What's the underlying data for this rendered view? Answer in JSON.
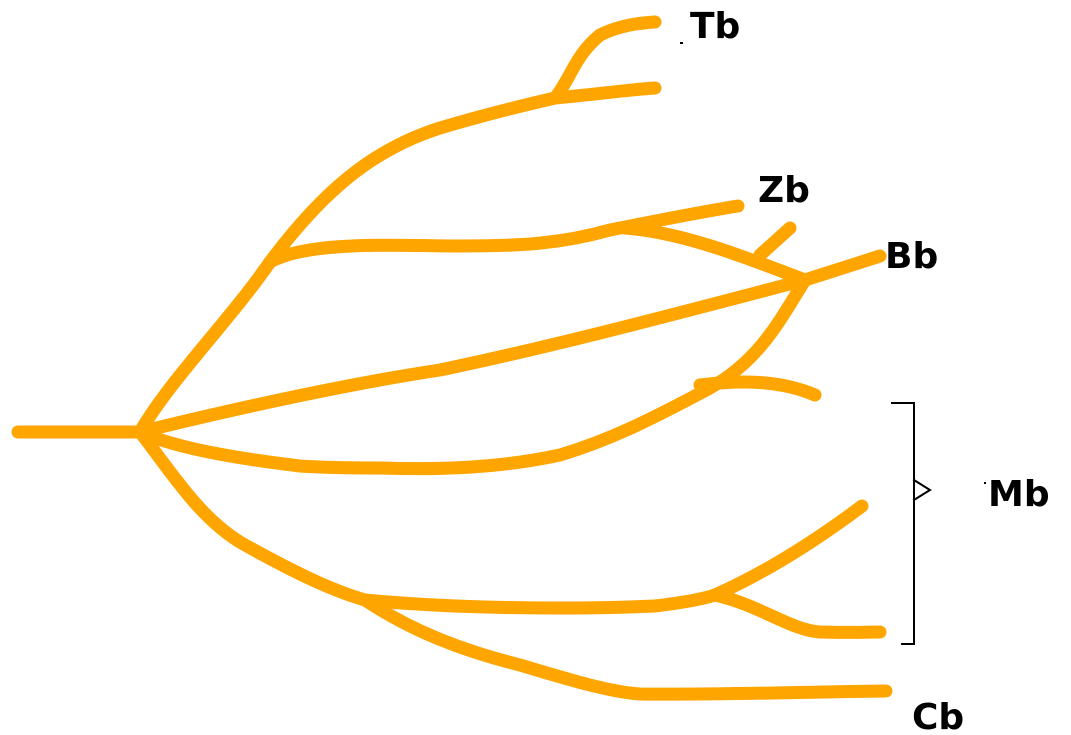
{
  "colors": {
    "branch": "#FFA500",
    "label": "#000000",
    "bracket": "#000000"
  },
  "labels": {
    "tb": "Tb",
    "zb": "Zb",
    "bb": "Bb",
    "mb": "Mb",
    "cb": "Cb"
  }
}
